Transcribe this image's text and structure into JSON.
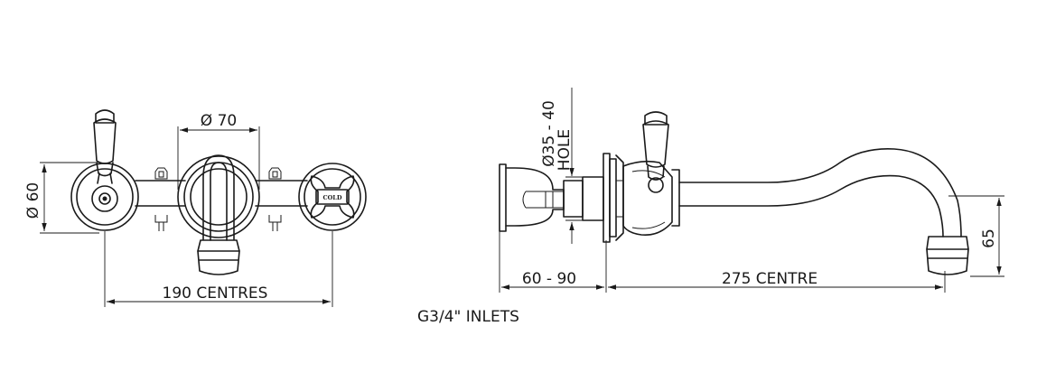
{
  "labels": {
    "dia_70": "Ø 70",
    "dia_60": "Ø 60",
    "centres_190": "190  CENTRES",
    "cold": "COLD",
    "hole_line1": "Ø35 - 40",
    "hole_line2": "HOLE",
    "depth_60_90": "60  - 90",
    "centre_275": "275  CENTRE",
    "height_65": "65",
    "inlets": "G3/4\" INLETS"
  }
}
